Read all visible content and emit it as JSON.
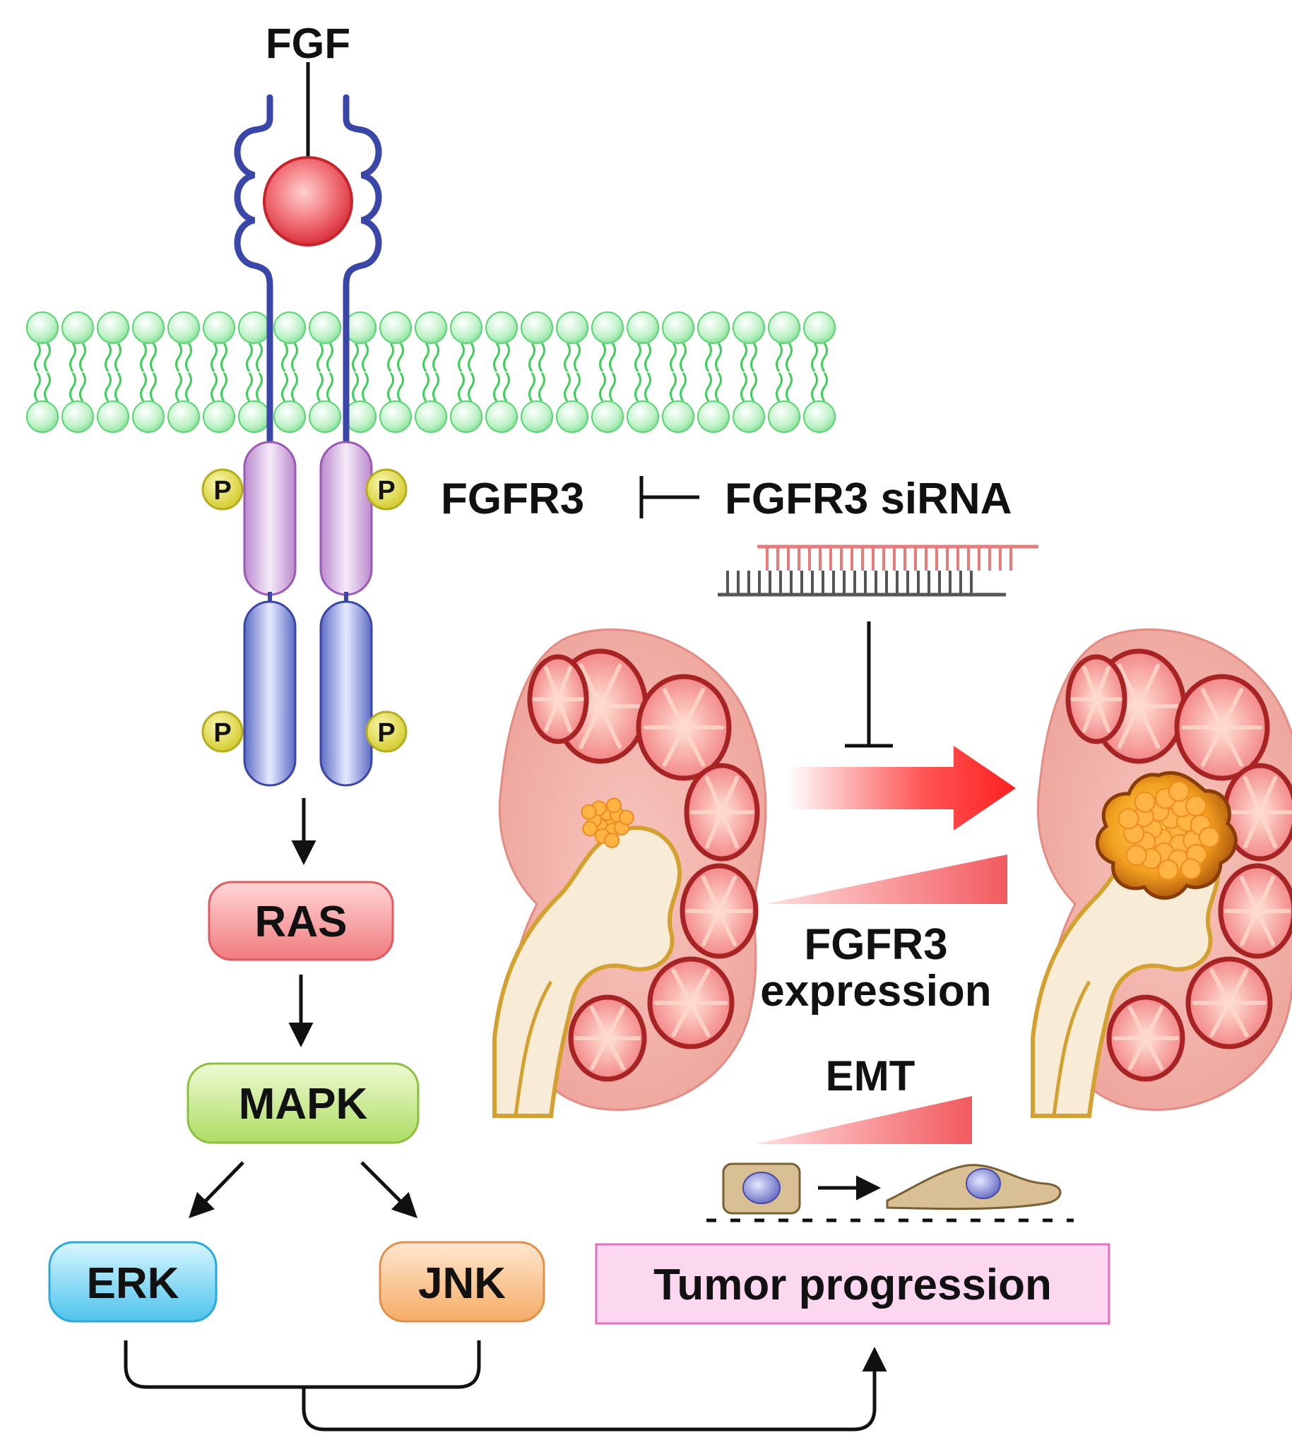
{
  "labels": {
    "ligand": "FGF",
    "receptor": "FGFR3",
    "inhibitor": "FGFR3 siRNA",
    "ras": "RAS",
    "mapk": "MAPK",
    "erk": "ERK",
    "jnk": "JNK",
    "expression_line1": "FGFR3",
    "expression_line2": "expression",
    "emt": "EMT",
    "outcome": "Tumor progression",
    "phospho": "P"
  },
  "colors": {
    "receptor_outline": "#3a46a8",
    "ligand": "#e8505a",
    "membrane": "#3ecf5a",
    "kinase_upper": "#c79bd6",
    "kinase_lower": "#6f7fd0",
    "phospho": "#e3e05a",
    "ras": "#f28a8a",
    "mapk": "#b9e07a",
    "erk": "#6ccff0",
    "jnk": "#f7b97c",
    "outcome_fill": "#fcd8f0",
    "outcome_border": "#e070c0",
    "arrow_red": "#ff2a2a"
  }
}
